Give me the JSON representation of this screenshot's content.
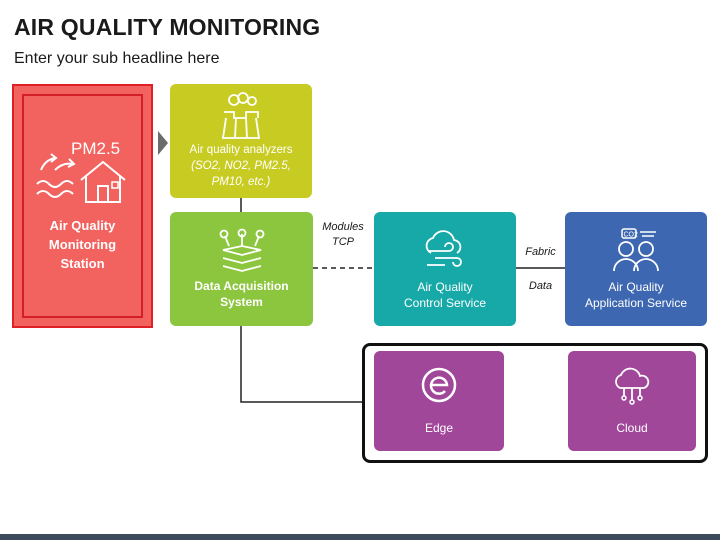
{
  "header": {
    "title": "AIR QUALITY MONITORING",
    "subtitle": "Enter your sub headline here"
  },
  "nodes": {
    "station": {
      "lines": [
        "Air Quality",
        "Monitoring",
        "Station"
      ],
      "icon_text": "PM2.5",
      "color": "#f2635f",
      "icon": "pm25-house-icon"
    },
    "analyzers": {
      "lines": [
        "Air quality analyzers",
        "(SO2, NO2, PM2.5,",
        "PM10, etc.)"
      ],
      "color": "#c8cc22",
      "icon": "factory-chimney-icon"
    },
    "acquisition": {
      "lines": [
        "Data Acquisition",
        "System"
      ],
      "color": "#8cc63f",
      "icon": "sensor-layers-icon"
    },
    "control": {
      "lines": [
        "Air Quality",
        "Control Service"
      ],
      "color": "#17a9a8",
      "icon": "cloud-wind-icon"
    },
    "application": {
      "lines": [
        "Air Quality",
        "Application Service"
      ],
      "color": "#3d67b1",
      "icon": "people-co2-icon"
    },
    "edge": {
      "lines": [
        "Edge"
      ],
      "color": "#a0479a",
      "icon": "edge-logo-icon"
    },
    "cloud": {
      "lines": [
        "Cloud"
      ],
      "color": "#a0479a",
      "icon": "cloud-circuit-icon"
    }
  },
  "connectors": {
    "modules_tcp": [
      "Modules",
      "TCP"
    ],
    "fabric": "Fabric",
    "data": "Data"
  }
}
